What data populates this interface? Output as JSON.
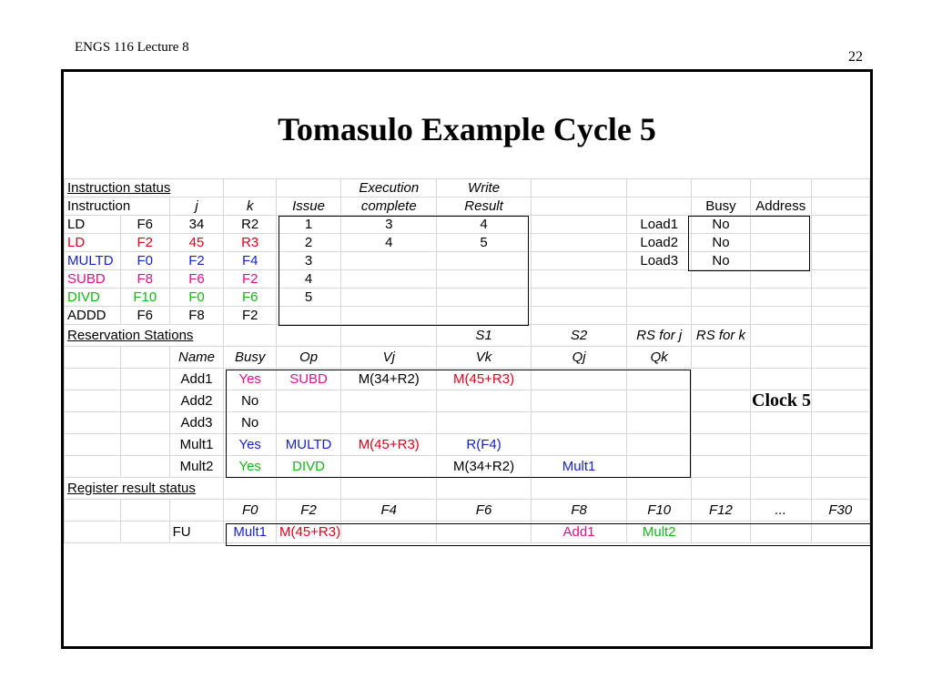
{
  "header": {
    "course": "ENGS 116  Lecture 8",
    "page_number": "22"
  },
  "title": "Tomasulo Example Cycle 5",
  "colors": {
    "red": "#e0001b",
    "blue": "#1a22c8",
    "magenta": "#e0118c",
    "green": "#18b418"
  },
  "instruction_status": {
    "label": "Instruction status",
    "col_execution": "Execution",
    "col_write": "Write",
    "col_instruction": "Instruction",
    "col_j": "j",
    "col_k": "k",
    "col_issue": "Issue",
    "col_complete": "complete",
    "col_result": "Result",
    "rows": [
      {
        "op": "LD",
        "j": "F6",
        "k": "34",
        "r": "R2",
        "issue": "1",
        "exec": "3",
        "write": "4"
      },
      {
        "op": "LD",
        "j": "F2",
        "k": "45",
        "r": "R3",
        "issue": "2",
        "exec": "4",
        "write": "5"
      },
      {
        "op": "MULTD",
        "j": "F0",
        "k": "F2",
        "r": "F4",
        "issue": "3",
        "exec": "",
        "write": ""
      },
      {
        "op": "SUBD",
        "j": "F8",
        "k": "F6",
        "r": "F2",
        "issue": "4",
        "exec": "",
        "write": ""
      },
      {
        "op": "DIVD",
        "j": "F10",
        "k": "F0",
        "r": "F6",
        "issue": "5",
        "exec": "",
        "write": ""
      },
      {
        "op": "ADDD",
        "j": "F6",
        "k": "F8",
        "r": "F2",
        "issue": "",
        "exec": "",
        "write": ""
      }
    ]
  },
  "load_buffers": {
    "col_busy": "Busy",
    "col_address": "Address",
    "rows": [
      {
        "name": "Load1",
        "busy": "No",
        "address": ""
      },
      {
        "name": "Load2",
        "busy": "No",
        "address": ""
      },
      {
        "name": "Load3",
        "busy": "No",
        "address": ""
      }
    ]
  },
  "reservation_stations": {
    "label": "Reservation Stations",
    "col_s1": "S1",
    "col_s2": "S2",
    "col_rsj": "RS for j",
    "col_rsk": "RS for k",
    "col_name": "Name",
    "col_busy": "Busy",
    "col_op": "Op",
    "col_vj": "Vj",
    "col_vk": "Vk",
    "col_qj": "Qj",
    "col_qk": "Qk",
    "rows": [
      {
        "name": "Add1",
        "busy": "Yes",
        "op": "SUBD",
        "vj": "M(34+R2)",
        "vk": "M(45+R3)",
        "qj": "",
        "qk": ""
      },
      {
        "name": "Add2",
        "busy": "No",
        "op": "",
        "vj": "",
        "vk": "",
        "qj": "",
        "qk": ""
      },
      {
        "name": "Add3",
        "busy": "No",
        "op": "",
        "vj": "",
        "vk": "",
        "qj": "",
        "qk": ""
      },
      {
        "name": "Mult1",
        "busy": "Yes",
        "op": "MULTD",
        "vj": "M(45+R3)",
        "vk": "R(F4)",
        "qj": "",
        "qk": ""
      },
      {
        "name": "Mult2",
        "busy": "Yes",
        "op": "DIVD",
        "vj": "",
        "vk": "M(34+R2)",
        "qj": "Mult1",
        "qk": ""
      }
    ]
  },
  "clock": "Clock 5",
  "register_status": {
    "label": "Register result status",
    "regs": [
      "F0",
      "F2",
      "F4",
      "F6",
      "F8",
      "F10",
      "F12",
      "...",
      "F30"
    ],
    "fu_label": "FU",
    "fu": [
      "Mult1",
      "M(45+R3)",
      "",
      "",
      "Add1",
      "Mult2",
      "",
      "",
      ""
    ]
  }
}
